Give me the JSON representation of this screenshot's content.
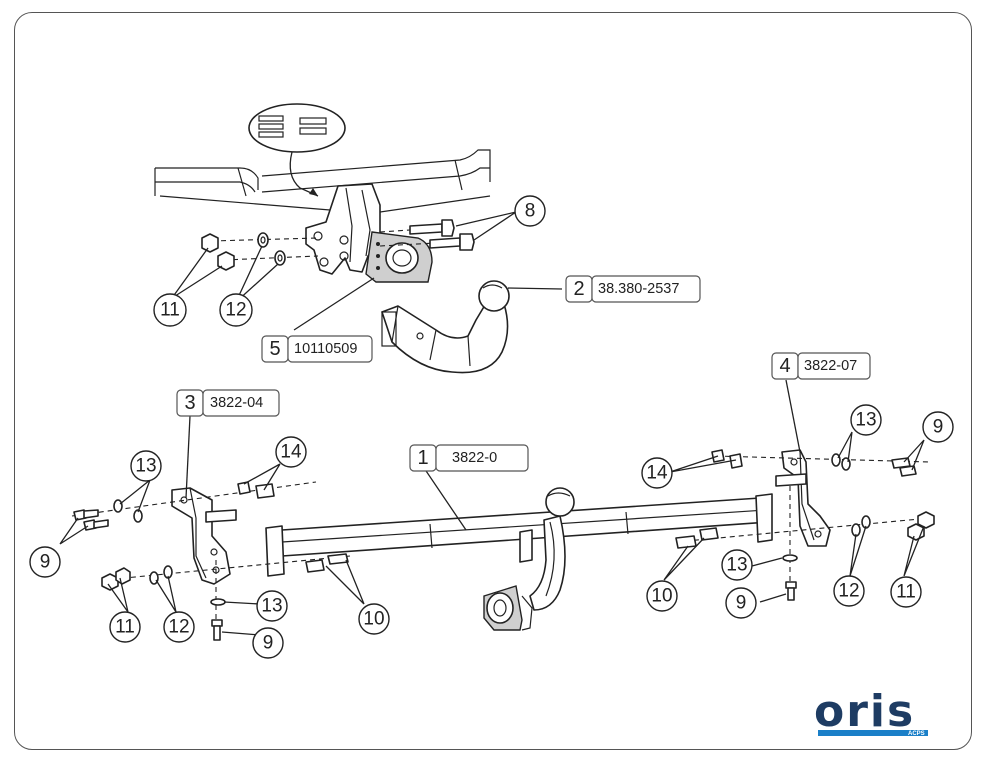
{
  "parts": [
    {
      "number": "1",
      "code": "3822-0"
    },
    {
      "number": "2",
      "code": "38.380-2537"
    },
    {
      "number": "3",
      "code": "3822-04"
    },
    {
      "number": "4",
      "code": "3822-07"
    },
    {
      "number": "5",
      "code": "10110509"
    }
  ],
  "callouts": {
    "top_8": "8",
    "top_11": "11",
    "top_12": "12",
    "left_13_a": "13",
    "left_14": "14",
    "left_9_a": "9",
    "left_11": "11",
    "left_12": "12",
    "left_13_b": "13",
    "left_9_b": "9",
    "left_10": "10",
    "right_13_a": "13",
    "right_9_a": "9",
    "right_14": "14",
    "right_10": "10",
    "right_13_b": "13",
    "right_9_b": "9",
    "right_12": "12",
    "right_11": "11"
  },
  "logo": {
    "name": "oris",
    "sub": "ACPS",
    "color": "#1e3c63",
    "accent": "#1a7fc8"
  }
}
